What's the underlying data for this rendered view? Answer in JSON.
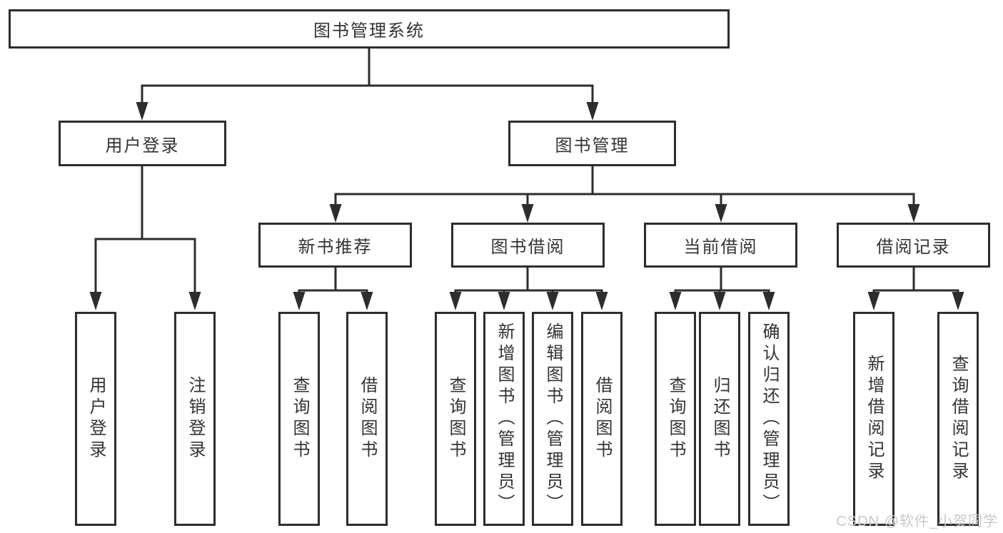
{
  "tree": {
    "root": {
      "label": "图书管理系统"
    },
    "branches": [
      {
        "label": "用户登录",
        "children": [
          {
            "label": "用户登录"
          },
          {
            "label": "注销登录"
          }
        ]
      },
      {
        "label": "图书管理",
        "children": [
          {
            "label": "新书推荐",
            "children": [
              {
                "label": "查询图书"
              },
              {
                "label": "借阅图书"
              }
            ]
          },
          {
            "label": "图书借阅",
            "children": [
              {
                "label": "查询图书"
              },
              {
                "label": "新增图书（管理员）"
              },
              {
                "label": "编辑图书（管理员）"
              },
              {
                "label": "借阅图书"
              }
            ]
          },
          {
            "label": "当前借阅",
            "children": [
              {
                "label": "查询图书"
              },
              {
                "label": "归还图书"
              },
              {
                "label": "确认归还（管理员）"
              }
            ]
          },
          {
            "label": "借阅记录",
            "children": [
              {
                "label": "新增借阅记录"
              },
              {
                "label": "查询借阅记录"
              }
            ]
          }
        ]
      }
    ]
  },
  "watermark": {
    "text": "CSDN @软件_小贺同学"
  },
  "colors": {
    "line": "#2d2d2d",
    "text": "#333333",
    "box_background": "#ffffff",
    "page_background": "#ffffff",
    "watermark": "#c9c9c9"
  }
}
